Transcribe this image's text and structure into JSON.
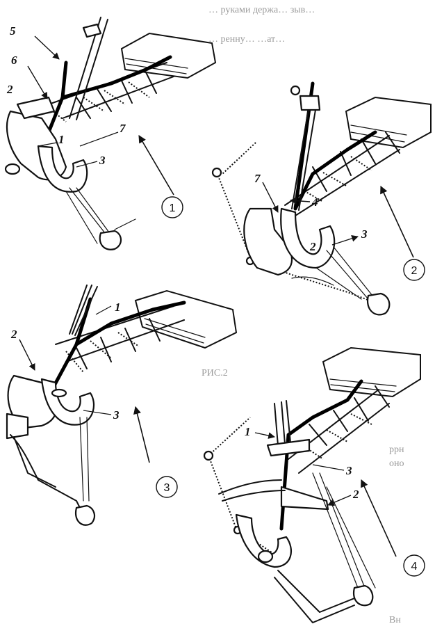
{
  "ghost_text": {
    "line_a": "… руками держа… зыв…",
    "line_b": "… ренну… …ат…",
    "line_c": "РИС.2",
    "line_d": "ррн",
    "line_e": "оно",
    "line_f": "Вн"
  },
  "panels": [
    {
      "number": "1",
      "callouts": [
        {
          "id": "5",
          "text": "5"
        },
        {
          "id": "6",
          "text": "6"
        },
        {
          "id": "2",
          "text": "2"
        },
        {
          "id": "1",
          "text": "1"
        },
        {
          "id": "7",
          "text": "7"
        },
        {
          "id": "3",
          "text": "3"
        }
      ]
    },
    {
      "number": "2",
      "callouts": [
        {
          "id": "7",
          "text": "7"
        },
        {
          "id": "4",
          "text": "4"
        },
        {
          "id": "3",
          "text": "3"
        },
        {
          "id": "2",
          "text": "2"
        }
      ]
    },
    {
      "number": "3",
      "callouts": [
        {
          "id": "1",
          "text": "1"
        },
        {
          "id": "2",
          "text": "2"
        },
        {
          "id": "3",
          "text": "3"
        }
      ]
    },
    {
      "number": "4",
      "callouts": [
        {
          "id": "1",
          "text": "1"
        },
        {
          "id": "3",
          "text": "3"
        },
        {
          "id": "2",
          "text": "2"
        }
      ]
    }
  ]
}
